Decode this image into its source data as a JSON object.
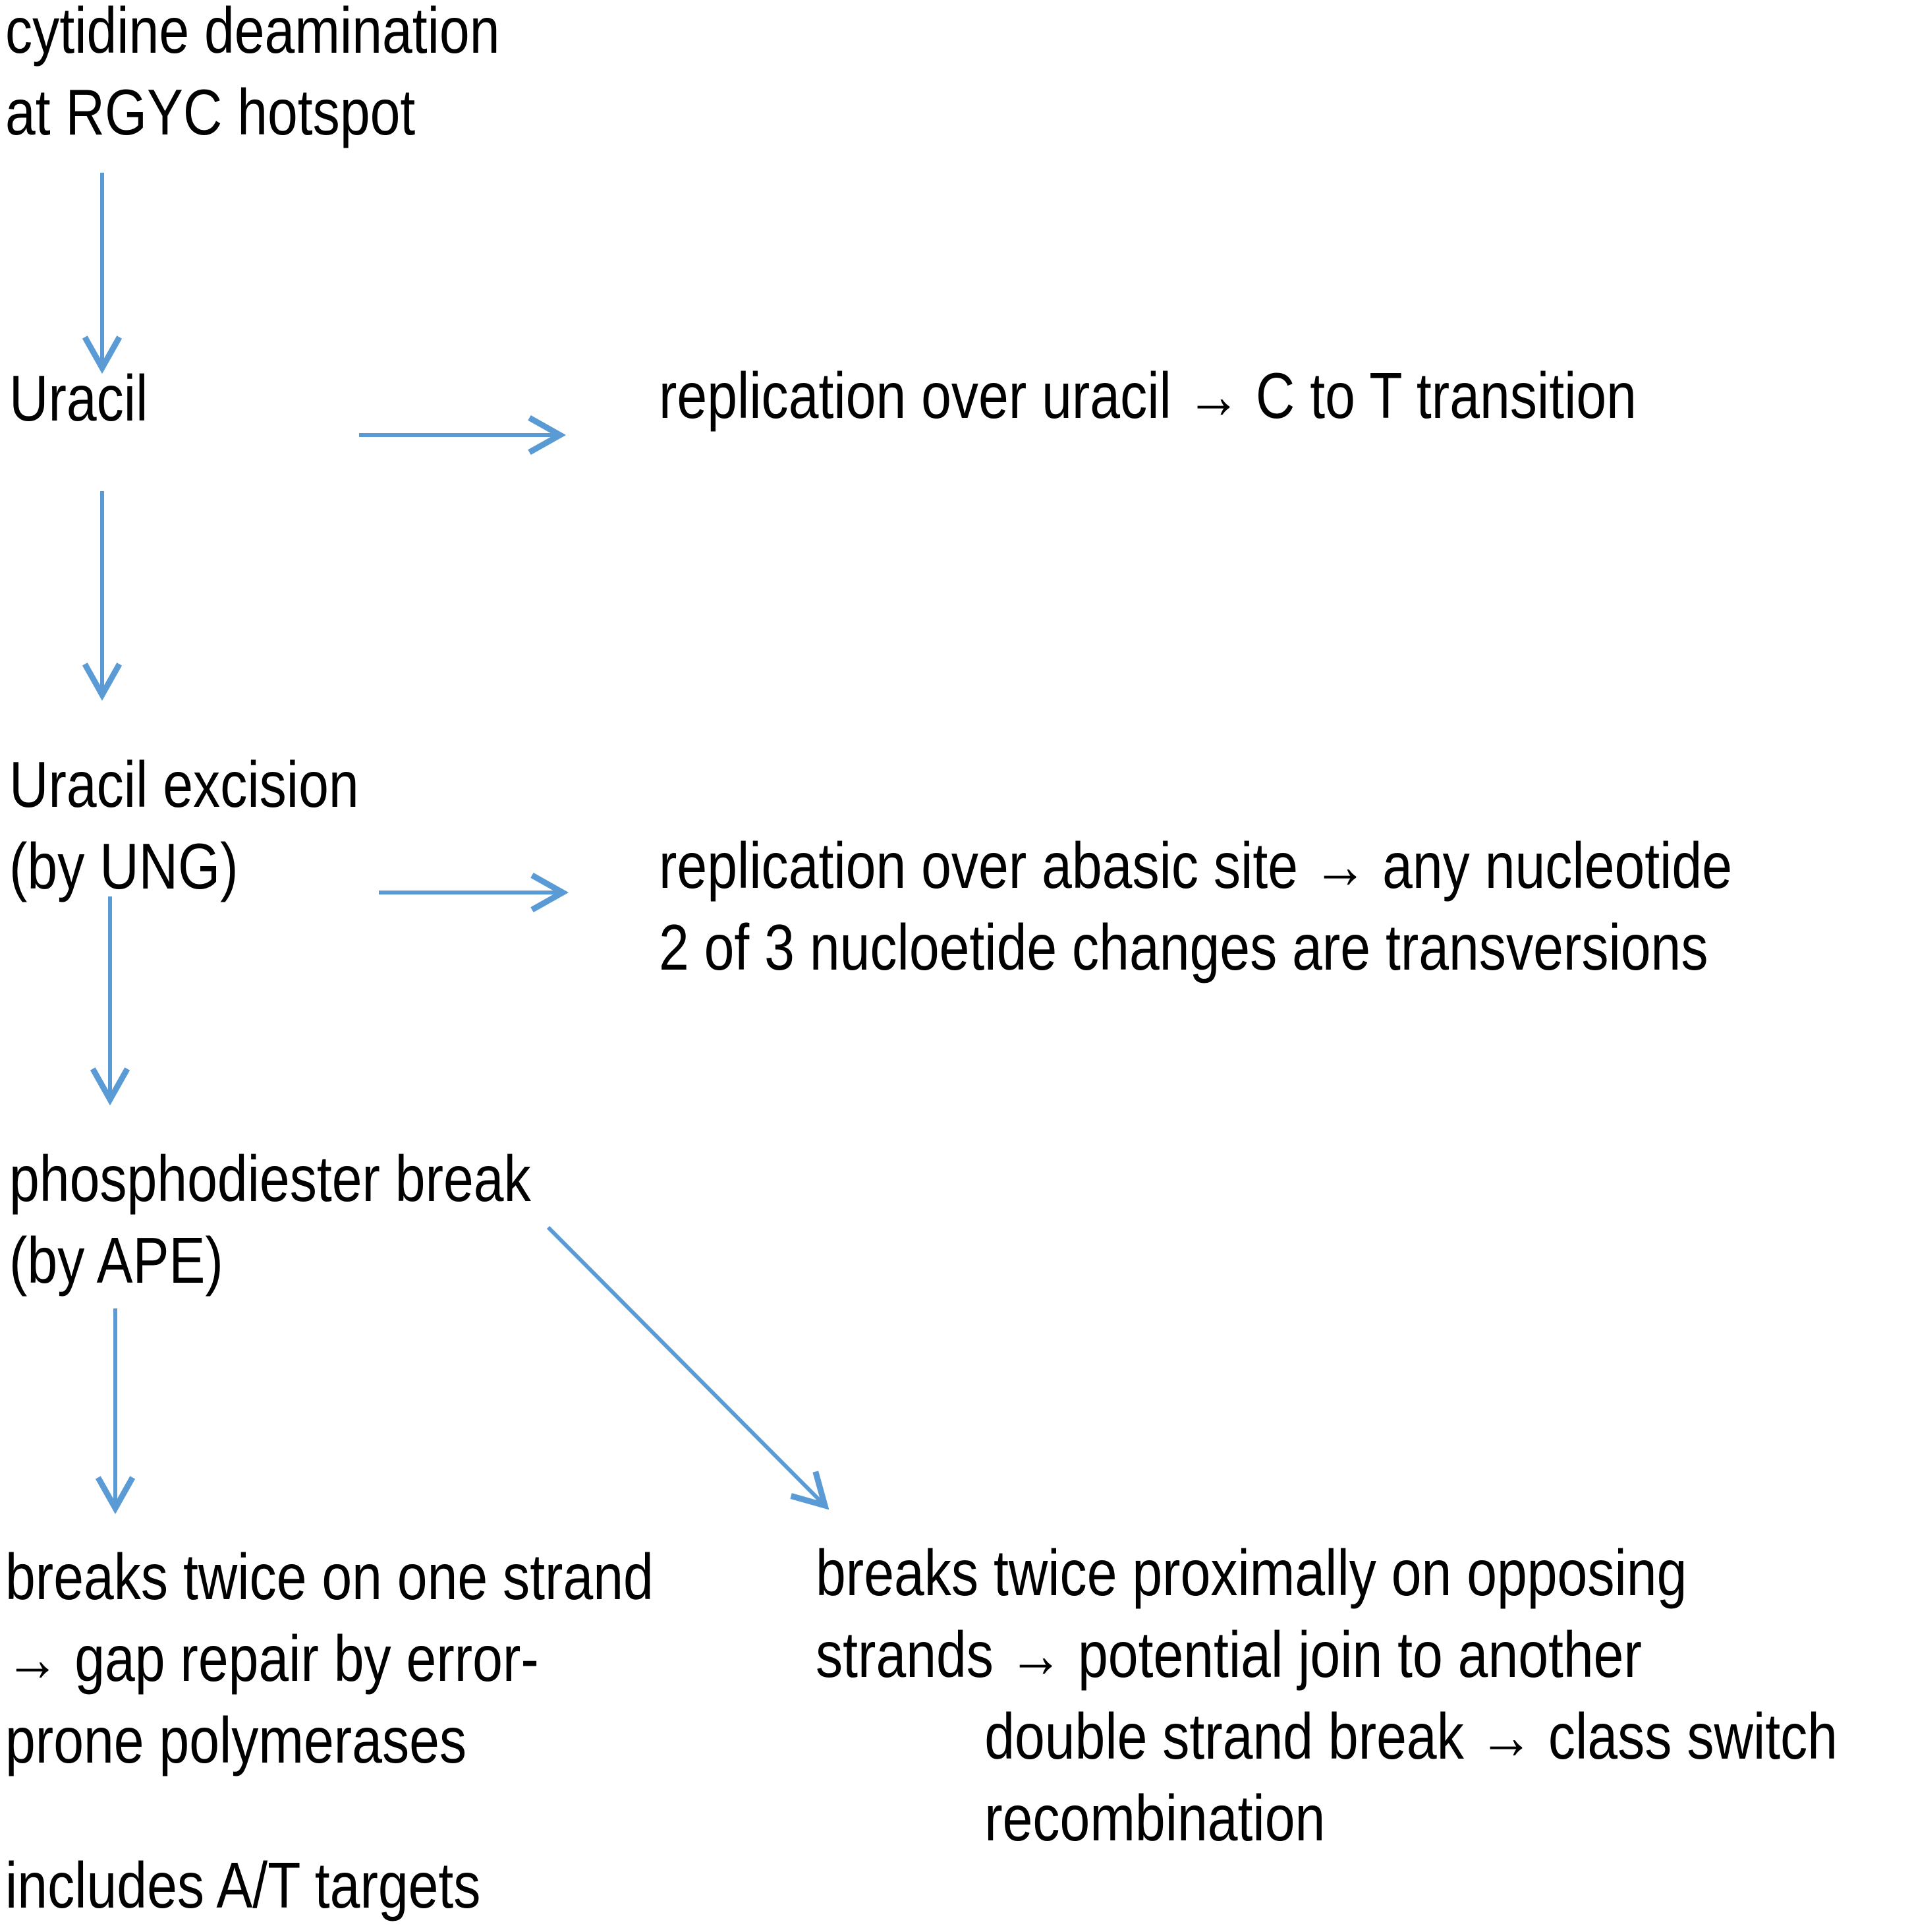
{
  "colors": {
    "arrow": "#5B9BD5",
    "text": "#000000",
    "background": "#FFFFFF"
  },
  "nodes": {
    "deamination": {
      "lines": [
        "cytidine deamination",
        "at RGYC hotspot"
      ]
    },
    "uracil": {
      "lines": [
        "Uracil"
      ]
    },
    "replication_uracil": {
      "lines": [
        "replication over uracil → C to T transition"
      ]
    },
    "uracil_excision": {
      "lines": [
        "Uracil excision",
        "(by UNG)"
      ]
    },
    "replication_abasic": {
      "lines": [
        "replication over abasic site → any nucleotide",
        "2 of 3 nucloetide changes are transversions"
      ]
    },
    "phosphodiester": {
      "lines": [
        "phosphodiester break",
        "(by APE)"
      ]
    },
    "breaks_one_strand": {
      "lines": [
        "breaks twice on one strand",
        "→ gap repair by error-",
        "prone polymerases"
      ]
    },
    "breaks_opposing": {
      "lines": [
        "breaks twice proximally on opposing",
        "strands → potential join to another",
        "double strand break → class switch",
        "recombination"
      ]
    },
    "at_targets": {
      "lines": [
        "includes A/T targets"
      ]
    }
  },
  "arrows": [
    {
      "name": "cytidine-deamination-to-uracil",
      "direction": "down"
    },
    {
      "name": "uracil-to-replication-over-uracil",
      "direction": "right"
    },
    {
      "name": "uracil-to-uracil-excision",
      "direction": "down"
    },
    {
      "name": "uracil-excision-to-replication-over-abasic-site",
      "direction": "right"
    },
    {
      "name": "uracil-excision-to-phosphodiester-break",
      "direction": "down"
    },
    {
      "name": "phosphodiester-break-to-breaks-twice-one-strand",
      "direction": "down"
    },
    {
      "name": "phosphodiester-break-to-breaks-twice-opposing-strands",
      "direction": "down-right"
    }
  ]
}
